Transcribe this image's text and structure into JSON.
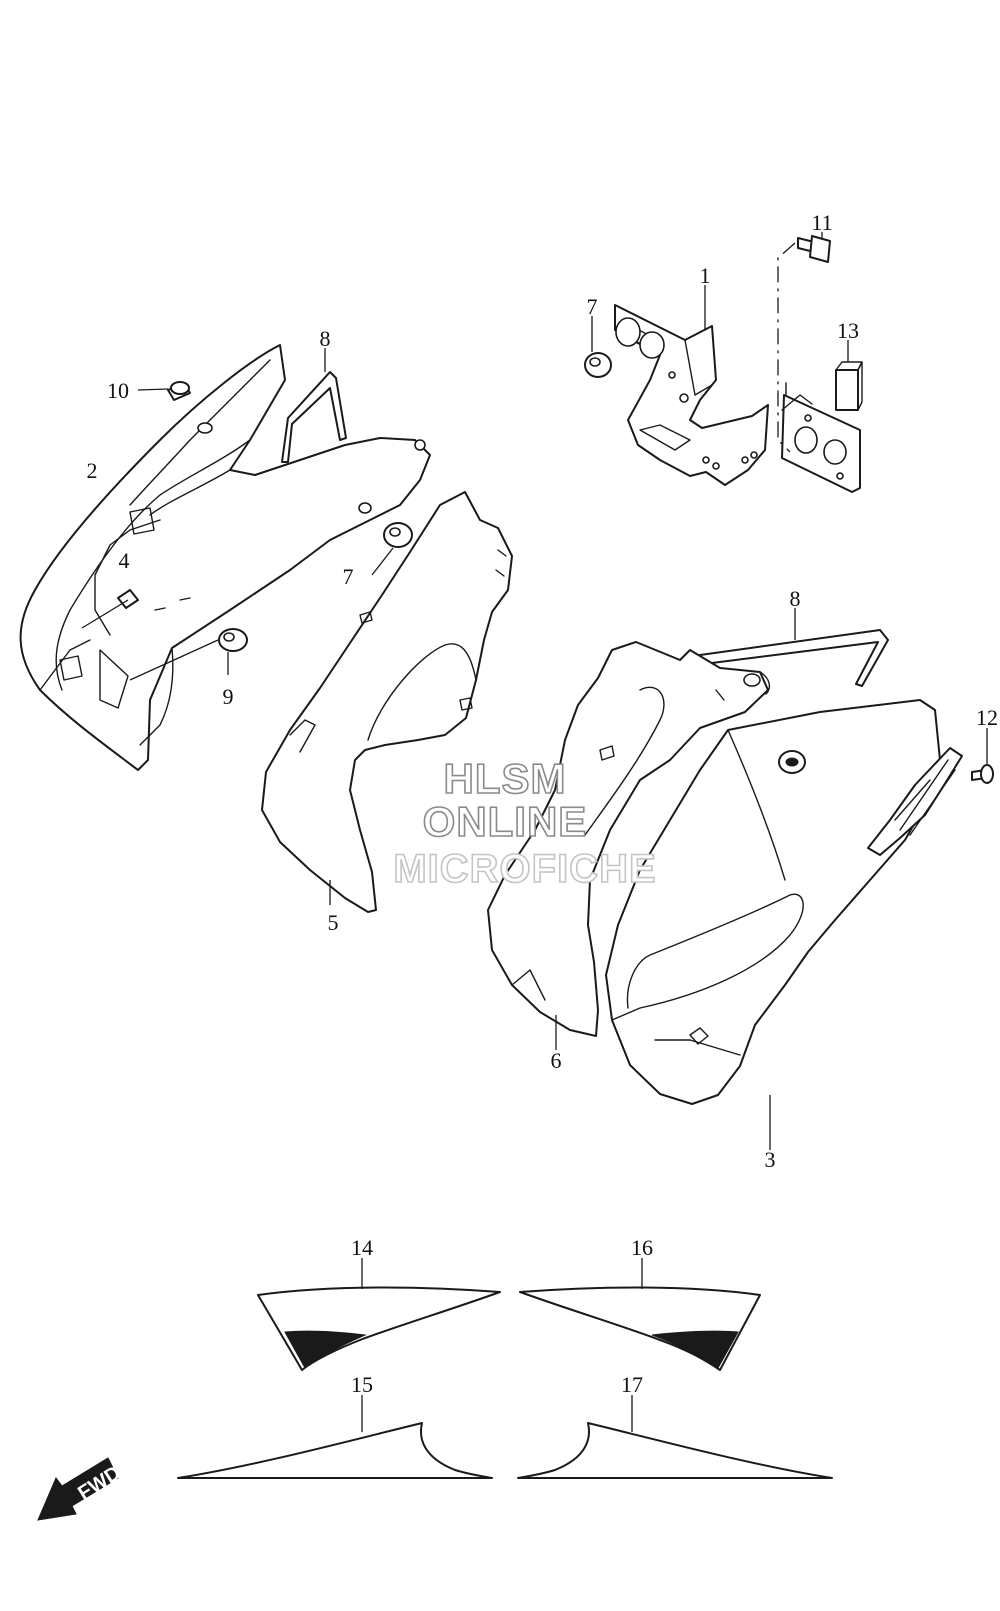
{
  "watermark": {
    "line1": "HLSM",
    "line2": "ONLINE",
    "line3": "MICROFICHE"
  },
  "direction_badge": {
    "label": "FWD"
  },
  "callouts": [
    {
      "id": "1",
      "label": "1"
    },
    {
      "id": "2",
      "label": "2"
    },
    {
      "id": "3",
      "label": "3"
    },
    {
      "id": "4",
      "label": "4"
    },
    {
      "id": "5",
      "label": "5"
    },
    {
      "id": "6",
      "label": "6"
    },
    {
      "id": "7a",
      "label": "7"
    },
    {
      "id": "7b",
      "label": "7"
    },
    {
      "id": "8a",
      "label": "8"
    },
    {
      "id": "8b",
      "label": "8"
    },
    {
      "id": "9",
      "label": "9"
    },
    {
      "id": "10",
      "label": "10"
    },
    {
      "id": "11",
      "label": "11"
    },
    {
      "id": "12",
      "label": "12"
    },
    {
      "id": "13",
      "label": "13"
    },
    {
      "id": "14",
      "label": "14"
    },
    {
      "id": "15",
      "label": "15"
    },
    {
      "id": "16",
      "label": "16"
    },
    {
      "id": "17",
      "label": "17"
    }
  ]
}
